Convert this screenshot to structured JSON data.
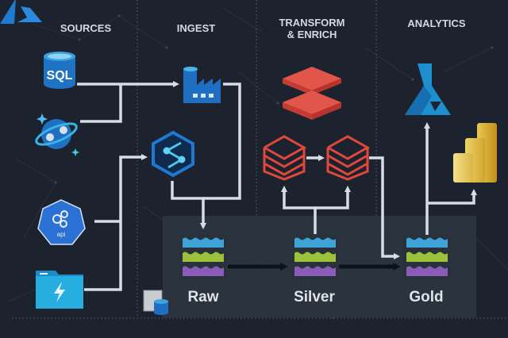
{
  "columns": [
    {
      "id": "sources",
      "label": "SOURCES"
    },
    {
      "id": "ingest",
      "label": "INGEST"
    },
    {
      "id": "transform",
      "label_line1": "TRANSFORM",
      "label_line2": "& ENRICH"
    },
    {
      "id": "analytics",
      "label": "ANALYTICS"
    }
  ],
  "zones": [
    {
      "id": "raw",
      "label": "Raw"
    },
    {
      "id": "silver",
      "label": "Silver"
    },
    {
      "id": "gold",
      "label": "Gold"
    }
  ],
  "icons": {
    "logo": "azure-logo-icon",
    "sql": "sql-database-icon",
    "sql_text": "SQL",
    "cosmos": "cosmos-db-icon",
    "api": "kubernetes-api-icon",
    "api_text": "api",
    "files": "file-share-icon",
    "data_factory": "data-factory-icon",
    "synapse": "synapse-icon",
    "databricks": "databricks-icon",
    "delta_1": "delta-table-icon",
    "delta_2": "delta-table-icon",
    "ml": "azure-ml-icon",
    "powerbi": "power-bi-icon",
    "storage": "storage-icon"
  },
  "colors": {
    "background": "#1c232e",
    "lake_zone": "#2c3540",
    "connector": "#d5dde6",
    "azure_blue": "#1f7bd0",
    "databricks_red": "#e0483c",
    "layer_blue": "#3ea4d8",
    "layer_green": "#9bc23a",
    "layer_purple": "#8a5cb8",
    "powerbi_gold": "#d9a92b"
  }
}
